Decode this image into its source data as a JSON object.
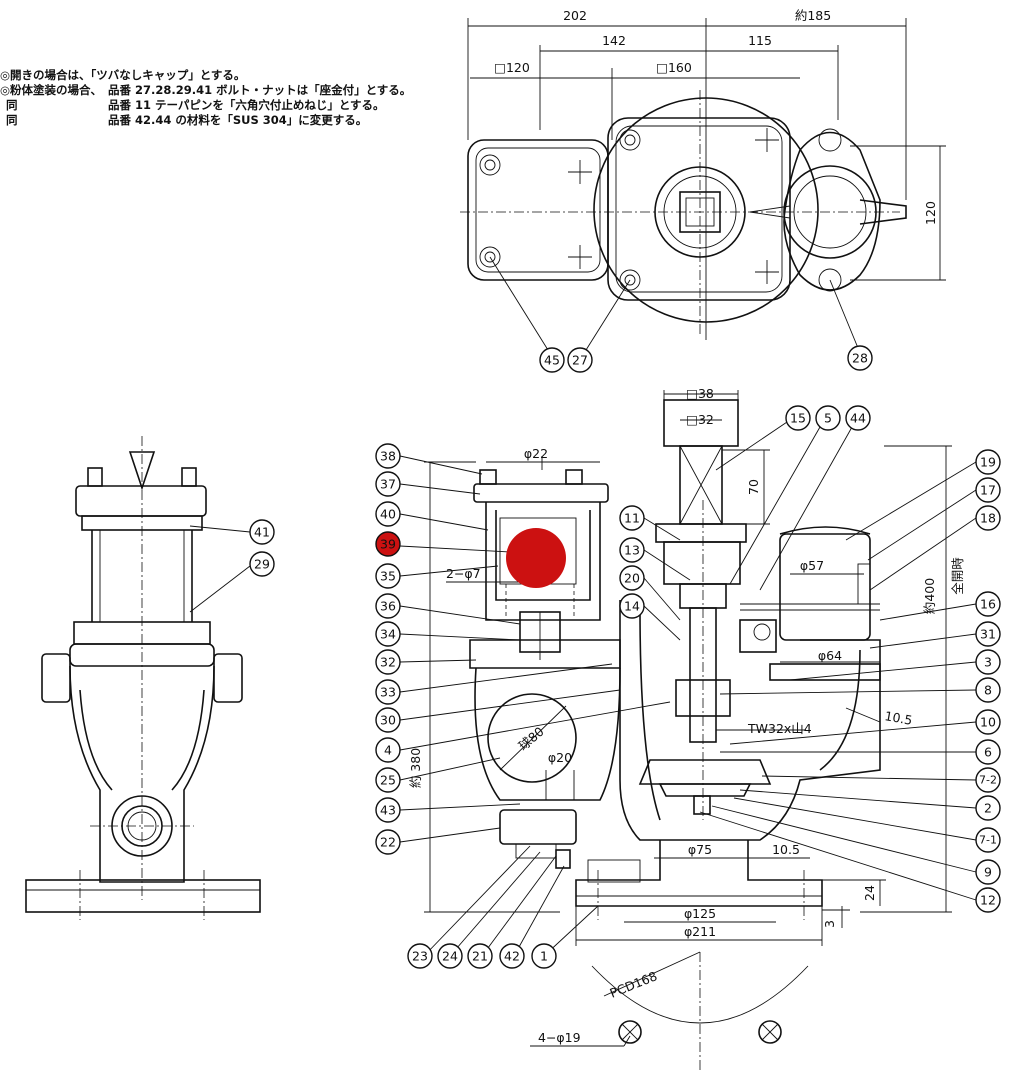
{
  "notes": [
    {
      "prefix": "",
      "text": "◎開きの場合は、「ツバなしキャップ」とする。"
    },
    {
      "prefix": "◎粉体塗装の場合、",
      "text": "品番 27.28.29.41 ボルト・ナットは「座金付」とする。"
    },
    {
      "prefix": "同",
      "text": "品番 11 テーパピンを「六角穴付止めねじ」とする。"
    },
    {
      "prefix": "同",
      "text": "品番 42.44 の材料を「SUS 304」に変更する。"
    }
  ],
  "dimensions": {
    "top_202": "202",
    "top_185": "約185",
    "top_142": "142",
    "top_115": "115",
    "sq_120": "□120",
    "sq_160": "□160",
    "right_120": "120",
    "sq_38": "□38",
    "sq_32": "□32",
    "h_70": "70",
    "phi_22": "φ22",
    "hole_2phi7": "2−φ7",
    "phi_57": "φ57",
    "phi_64": "φ64",
    "h_400": "約400",
    "fully_open": "全開時",
    "thread": "TW32x山4",
    "t_10_5_a": "10.5",
    "ball_80": "球80",
    "phi_20": "φ20",
    "h_380": "約 380",
    "phi_75": "φ75",
    "t_10_5_b": "10.5",
    "h_24": "24",
    "h_3": "3",
    "phi_125": "φ125",
    "phi_211": "φ211",
    "pcd_168": "PCD168",
    "holes_4phi19": "4−φ19"
  },
  "top_view_balloons": [
    "45",
    "27",
    "28"
  ],
  "side_view_balloons": [
    "41",
    "29"
  ],
  "section_left_balloons": [
    "38",
    "37",
    "40",
    "39",
    "35",
    "36",
    "34",
    "32",
    "33",
    "30",
    "4",
    "25",
    "43",
    "22"
  ],
  "section_mid_balloons": [
    "11",
    "13",
    "20",
    "14"
  ],
  "section_top_balloons": [
    "15",
    "5",
    "44"
  ],
  "section_right_balloons": [
    "19",
    "17",
    "18",
    "16",
    "31",
    "3",
    "8",
    "10",
    "6",
    "7-2",
    "2",
    "7-1",
    "9",
    "12"
  ],
  "section_bottom_balloons": [
    "23",
    "24",
    "21",
    "42",
    "1"
  ],
  "highlight": {
    "label": "39",
    "color": "#cc1111"
  }
}
